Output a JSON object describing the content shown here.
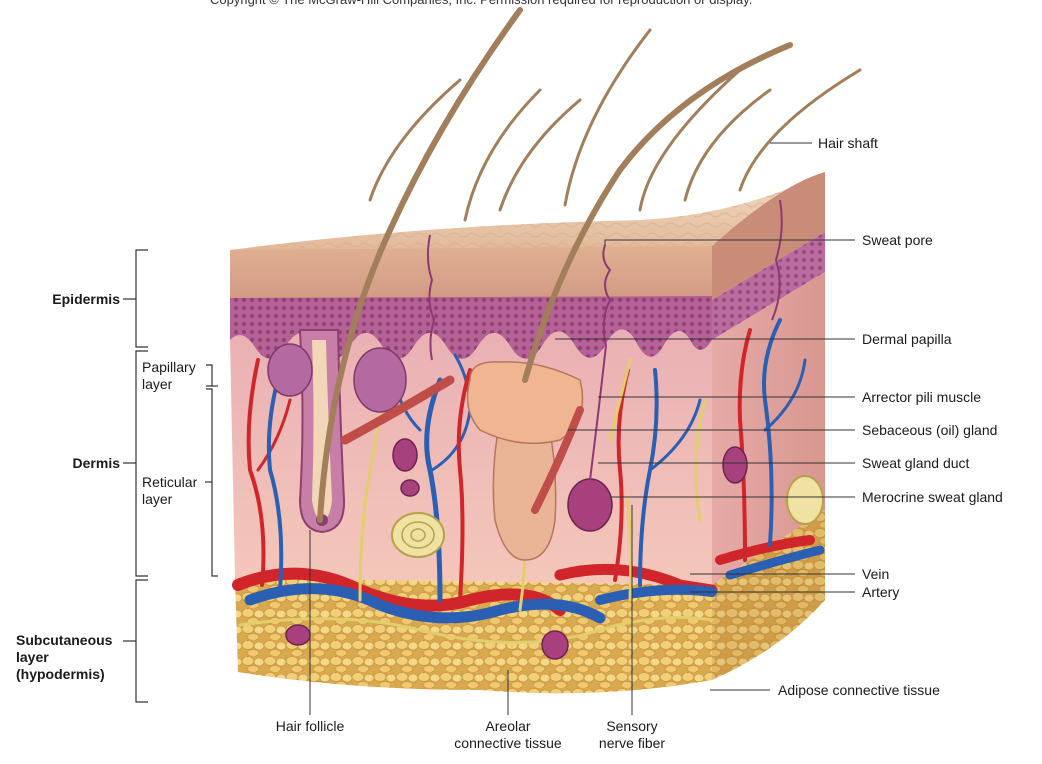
{
  "header_text": "Copyright © The McGraw-Hill Companies, Inc. Permission required for reproduction or display.",
  "labels_left": {
    "epidermis": "Epidermis",
    "dermis": "Dermis",
    "subcutaneous": "Subcutaneous\nlayer\n(hypodermis)",
    "papillary": "Papillary\nlayer",
    "reticular": "Reticular\nlayer"
  },
  "labels_right": {
    "hair_shaft": "Hair shaft",
    "sweat_pore": "Sweat pore",
    "dermal_papilla": "Dermal papilla",
    "arrector_pili": "Arrector pili muscle",
    "sebaceous": "Sebaceous (oil) gland",
    "sweat_duct": "Sweat gland duct",
    "merocrine": "Merocrine sweat gland",
    "vein": "Vein",
    "artery": "Artery",
    "adipose": "Adipose connective tissue"
  },
  "labels_bottom": {
    "hair_follicle": "Hair follicle",
    "areolar": "Areolar\nconnective tissue",
    "sensory": "Sensory\nnerve fiber"
  },
  "colors": {
    "epidermis_surface": "#e9c7a6",
    "epidermis_side": "#d6a488",
    "epidermis_basal": "#a8508c",
    "dermis": "#f1bcb2",
    "hypodermis_fat": "#e9c46a",
    "artery": "#d0262b",
    "vein": "#2a5fb4",
    "hair": "#9e7a55",
    "nerve": "#e6d27a"
  }
}
